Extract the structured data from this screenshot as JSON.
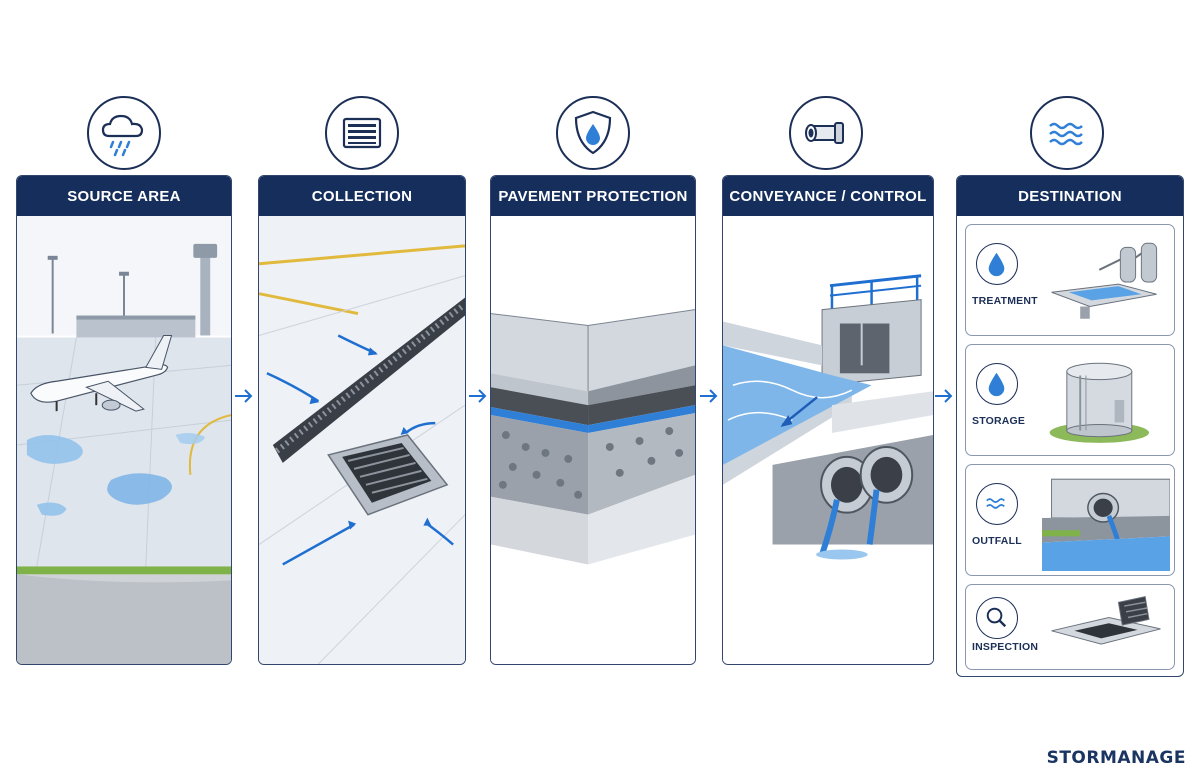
{
  "stages": [
    {
      "title": "SOURCE AREA",
      "icon": "cloud-rain-icon"
    },
    {
      "title": "COLLECTION",
      "icon": "grate-icon"
    },
    {
      "title": "PAVEMENT PROTECTION",
      "icon": "shield-drop-icon"
    },
    {
      "title": "CONVEYANCE / CONTROL",
      "icon": "pipe-icon"
    },
    {
      "title": "DESTINATION",
      "icon": "waves-icon"
    }
  ],
  "destinations": [
    {
      "label": "TREATMENT",
      "icon": "water-drop-icon"
    },
    {
      "label": "STORAGE",
      "icon": "water-drop-icon"
    },
    {
      "label": "OUTFALL",
      "icon": "waves-icon"
    },
    {
      "label": "INSPECTION",
      "icon": "magnifier-icon"
    }
  ],
  "brand": "STORMANAGE",
  "colors": {
    "navy": "#152e5c",
    "water_blue": "#2f7fd6",
    "outline": "#33476e"
  }
}
